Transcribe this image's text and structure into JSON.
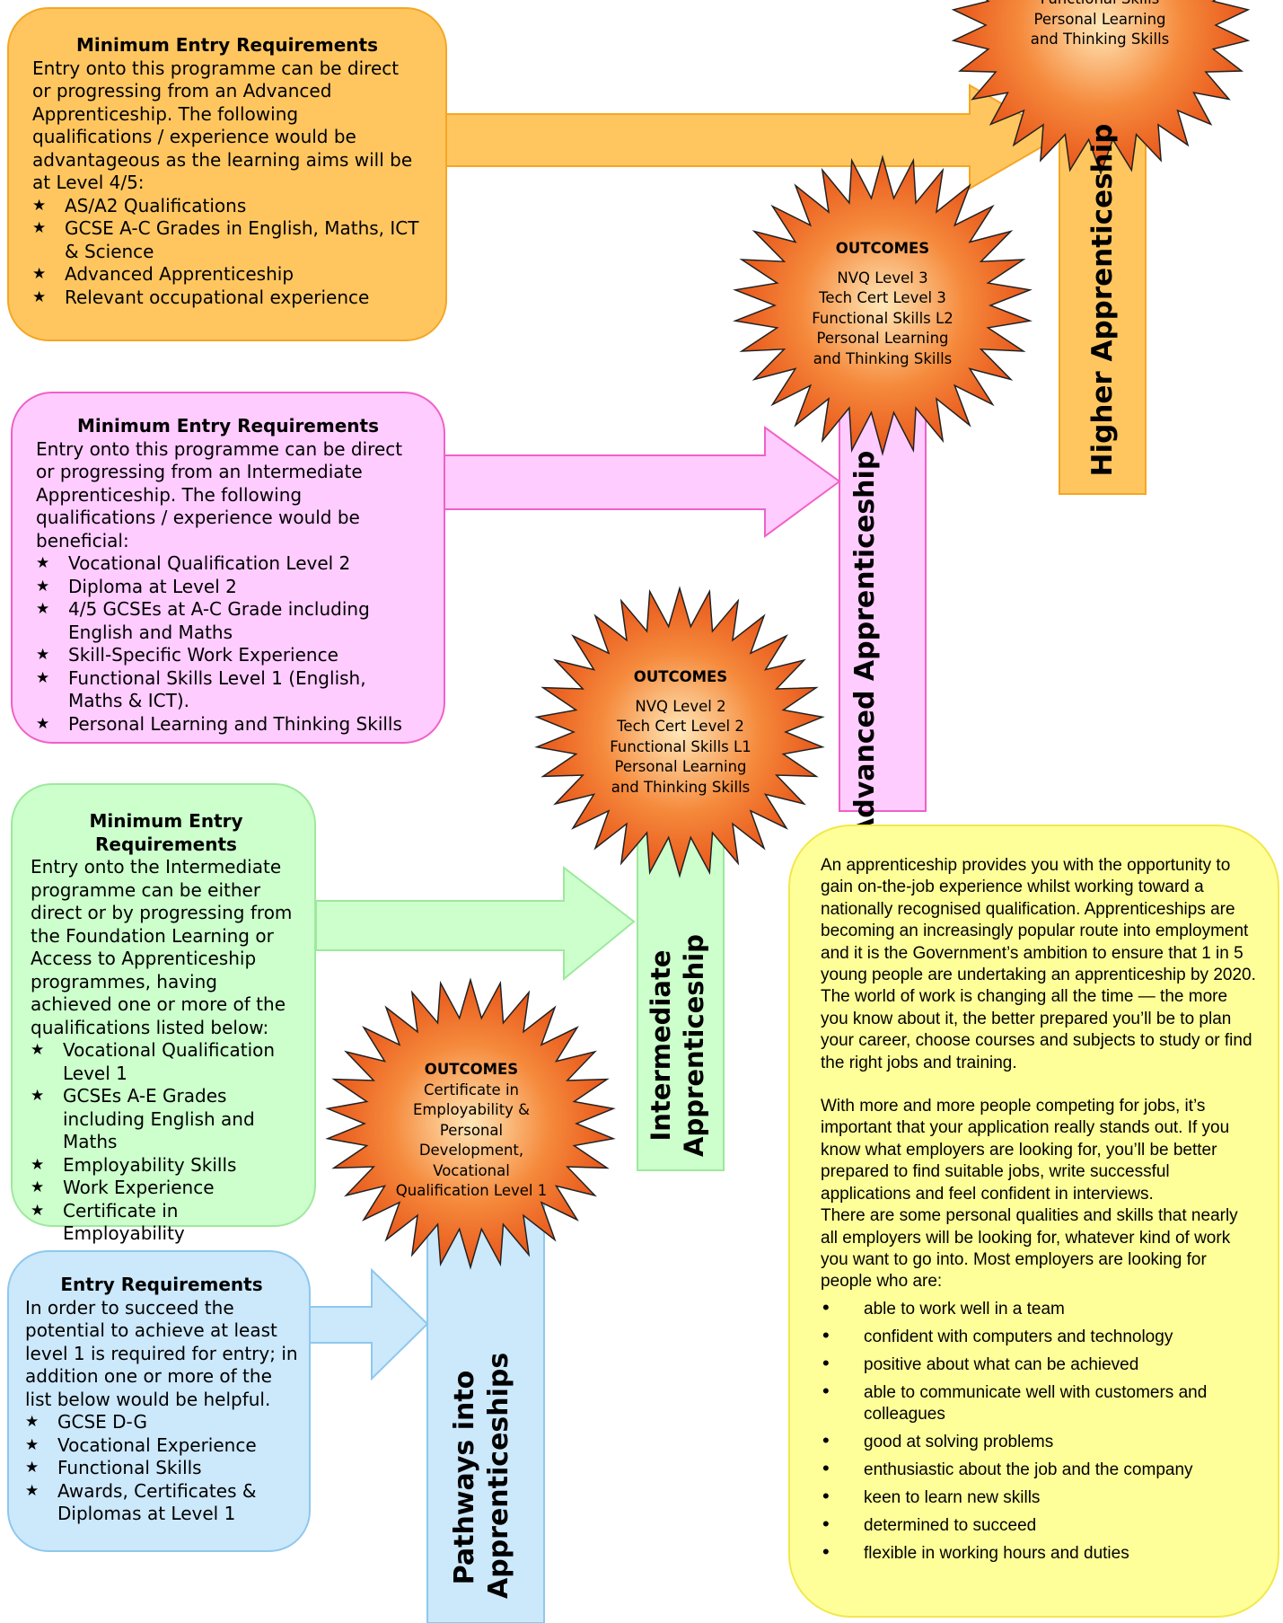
{
  "higher": {
    "label": "Higher Apprenticeship",
    "outcome_lines": [
      "Functional Skills",
      "Personal Learning",
      "and Thinking Skills"
    ],
    "box_title": "Minimum Entry Requirements",
    "box_text": "Entry onto this programme can be direct or progressing from an Advanced Apprenticeship. The following qualifications / experience would be advantageous as the learning aims will be at Level 4/5:",
    "box_items": [
      "AS/A2 Qualifications",
      "GCSE A-C Grades in English, Maths, ICT & Science",
      "Advanced Apprenticeship",
      "Relevant occupational experience"
    ]
  },
  "advanced": {
    "label": "Advanced Apprenticeship",
    "outcome_title": "OUTCOMES",
    "outcome_lines": [
      "NVQ Level 3",
      "Tech Cert Level 3",
      "Functional Skills L2",
      "Personal Learning",
      "and Thinking Skills"
    ],
    "box_title": "Minimum Entry Requirements",
    "box_text": "Entry onto this programme can be direct or progressing from an Intermediate Apprenticeship. The following qualifications / experience would be beneficial:",
    "box_items": [
      "Vocational Qualification Level 2",
      "Diploma at Level 2",
      "4/5 GCSEs at A-C Grade including English and Maths",
      "Skill-Specific Work Experience",
      "Functional Skills Level 1 (English, Maths & ICT).",
      "Personal Learning and Thinking Skills"
    ]
  },
  "intermediate": {
    "label_line1": "Intermediate",
    "label_line2": "Apprenticeship",
    "outcome_title": "OUTCOMES",
    "outcome_lines": [
      "NVQ Level 2",
      "Tech Cert Level 2",
      "Functional Skills L1",
      "Personal Learning",
      "and Thinking Skills"
    ],
    "box_title": "Minimum Entry Requirements",
    "box_text": "Entry onto the Intermediate programme can be either direct or by progressing from the Foundation Learning or Access to Apprenticeship programmes, having achieved one or more of the qualifications listed below:",
    "box_items": [
      "Vocational Qualification Level 1",
      "GCSEs A-E Grades including English and Maths",
      "Employability Skills",
      "Work Experience",
      "Certificate in Employability"
    ]
  },
  "pathways": {
    "label_line1": "Pathways into",
    "label_line2": "Apprenticeships",
    "outcome_title": "OUTCOMES",
    "outcome_lines": [
      "Certificate in",
      "Employability &",
      "Personal",
      "Development,",
      "Vocational",
      "Qualification Level 1"
    ],
    "box_title": "Entry Requirements",
    "box_text": "In order to succeed the potential to achieve at least level 1 is required for entry; in addition one or more of the list below would be helpful.",
    "box_items": [
      "GCSE D-G",
      "Vocational Experience",
      "Functional Skills",
      "Awards, Certificates & Diplomas at Level 1"
    ]
  },
  "info": {
    "para1": "An apprenticeship provides you with the opportunity to gain on-the-job experience whilst working toward a nationally recognised qualification. Apprenticeships are becoming an increasingly popular route into employment and it is the Government’s ambition to ensure that 1 in 5 young people are undertaking an apprenticeship by 2020. The world of work is changing all the time — the more you know about it, the better prepared you’ll be to plan your career, choose courses and subjects to study or find the right jobs and training.",
    "para2": "With more and more people competing for jobs, it’s important that your application really stands out. If you know what employers are looking for, you’ll be better prepared to find suitable jobs, write successful applications and feel confident in interviews.",
    "para3": "There are some personal qualities and skills that nearly all employers will be looking for, whatever kind of work you want to go into. Most employers are looking for people who are:",
    "items": [
      "able to work well in a team",
      "confident with computers and technology",
      "positive about what can be achieved",
      "able to communicate well with customers and colleagues",
      "good at solving problems",
      "enthusiastic about the job and the company",
      "keen to learn new skills",
      "determined to succeed",
      "flexible in working hours and duties"
    ]
  },
  "colors": {
    "orange": "#ffc660",
    "orange_border": "#f5a623",
    "pink": "#ffccff",
    "pink_border": "#f060c8",
    "green": "#ccffcc",
    "green_border": "#9ee89e",
    "blue": "#cce8fb",
    "blue_border": "#8ec8ee",
    "yellow": "#ffff99",
    "burst": "#f26522"
  }
}
